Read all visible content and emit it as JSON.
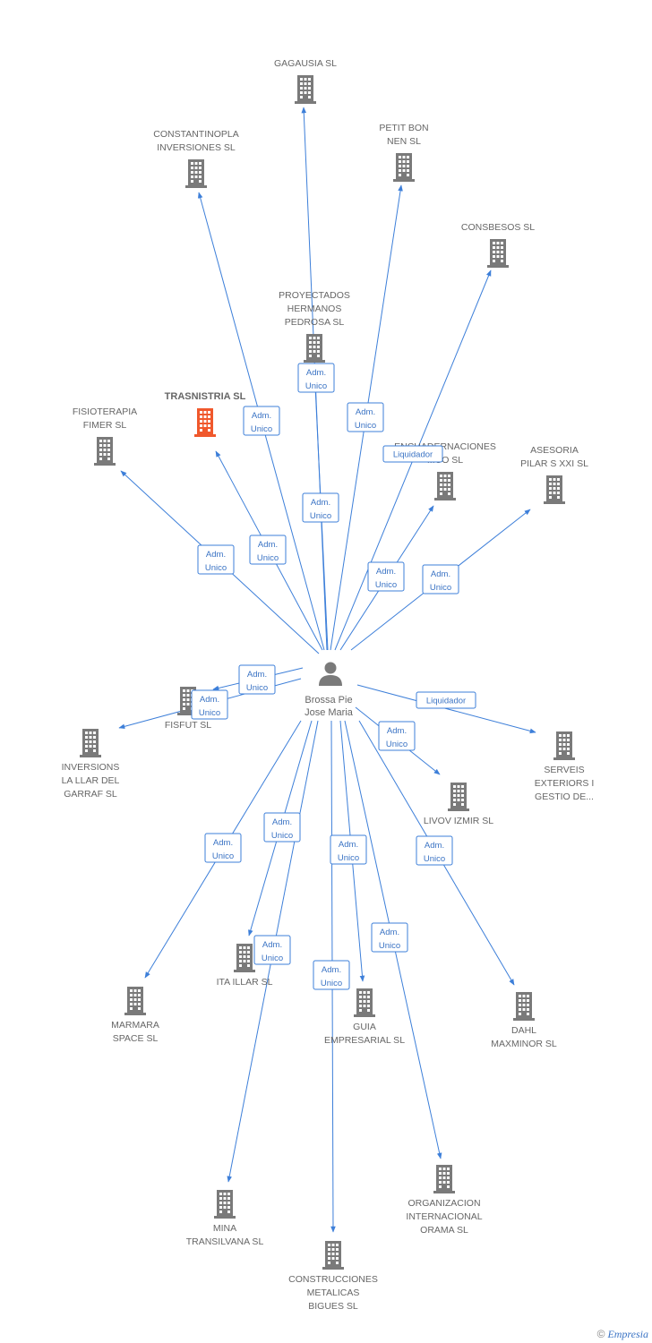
{
  "colors": {
    "edge": "#3d7fd9",
    "edge_label_border": "#3d7fd9",
    "edge_label_text": "#3a73c4",
    "building": "#7a7a7a",
    "building_highlight": "#f0582c",
    "person": "#7a7a7a",
    "label": "#666666"
  },
  "center": {
    "lines": [
      "Brossa Pie",
      "Jose Maria"
    ],
    "icon": "person-icon"
  },
  "companies": [
    {
      "id": "gagausia",
      "lines": [
        "GAGAUSIA SL"
      ],
      "highlight": false
    },
    {
      "id": "constantinopla",
      "lines": [
        "CONSTANTINOPLA",
        "INVERSIONES SL"
      ],
      "highlight": false
    },
    {
      "id": "petit-bon",
      "lines": [
        "PETIT BON",
        "NEN SL"
      ],
      "highlight": false
    },
    {
      "id": "consbesos",
      "lines": [
        "CONSBESOS SL"
      ],
      "highlight": false
    },
    {
      "id": "proyectados",
      "lines": [
        "PROYECTADOS",
        "HERMANOS",
        "PEDROSA SL"
      ],
      "highlight": false
    },
    {
      "id": "trasnistria",
      "lines": [
        "TRASNISTRIA SL"
      ],
      "highlight": true
    },
    {
      "id": "fisioterapia",
      "lines": [
        "FISIOTERAPIA",
        "FIMER SL"
      ],
      "highlight": false
    },
    {
      "id": "encuadernaciones",
      "lines": [
        "ENCUADERNACIONES",
        "...CO SL"
      ],
      "highlight": false
    },
    {
      "id": "asesoria",
      "lines": [
        "ASESORIA",
        "PILAR S XXI SL"
      ],
      "highlight": false
    },
    {
      "id": "fisfut",
      "lines": [
        "FISFUT SL"
      ],
      "highlight": false
    },
    {
      "id": "inversions",
      "lines": [
        "INVERSIONS",
        "LA LLAR DEL",
        "GARRAF SL"
      ],
      "highlight": false
    },
    {
      "id": "serveis",
      "lines": [
        "SERVEIS",
        "EXTERIORS I",
        "GESTIO DE..."
      ],
      "highlight": false
    },
    {
      "id": "livov",
      "lines": [
        "LIVOV IZMIR SL"
      ],
      "highlight": false
    },
    {
      "id": "ita-illar",
      "lines": [
        "ITA ILLAR SL"
      ],
      "highlight": false
    },
    {
      "id": "marmara",
      "lines": [
        "MARMARA",
        "SPACE SL"
      ],
      "highlight": false
    },
    {
      "id": "guia",
      "lines": [
        "GUIA",
        "EMPRESARIAL SL"
      ],
      "highlight": false
    },
    {
      "id": "dahl",
      "lines": [
        "DAHL",
        "MAXMINOR SL"
      ],
      "highlight": false
    },
    {
      "id": "mina",
      "lines": [
        "MINA",
        "TRANSILVANA SL"
      ],
      "highlight": false
    },
    {
      "id": "organizacion",
      "lines": [
        "ORGANIZACION",
        "INTERNACIONAL",
        "ORAMA SL"
      ],
      "highlight": false
    },
    {
      "id": "construcciones",
      "lines": [
        "CONSTRUCCIONES",
        "METALICAS",
        "BIGUES SL"
      ],
      "highlight": false
    }
  ],
  "relations": [
    {
      "to": "gagausia",
      "lines": [
        "Adm.",
        "Unico"
      ]
    },
    {
      "to": "constantinopla",
      "lines": [
        "Adm.",
        "Unico"
      ]
    },
    {
      "to": "petit-bon",
      "lines": [
        "Adm.",
        "Unico"
      ]
    },
    {
      "to": "consbesos",
      "lines": [
        "Liquidador"
      ]
    },
    {
      "to": "proyectados",
      "lines": [
        "Adm.",
        "Unico"
      ]
    },
    {
      "to": "trasnistria",
      "lines": [
        "Adm.",
        "Unico"
      ]
    },
    {
      "to": "fisioterapia",
      "lines": [
        "Adm.",
        "Unico"
      ]
    },
    {
      "to": "encuadernaciones",
      "lines": [
        "Adm.",
        "Unico"
      ]
    },
    {
      "to": "asesoria",
      "lines": [
        "Adm.",
        "Unico"
      ]
    },
    {
      "to": "fisfut",
      "lines": [
        "Adm.",
        "Unico"
      ]
    },
    {
      "to": "inversions",
      "lines": [
        "Adm.",
        "Unico"
      ]
    },
    {
      "to": "serveis",
      "lines": [
        "Liquidador"
      ]
    },
    {
      "to": "livov",
      "lines": [
        "Adm.",
        "Unico"
      ]
    },
    {
      "to": "ita-illar",
      "lines": [
        "Adm.",
        "Unico"
      ]
    },
    {
      "to": "marmara",
      "lines": [
        "Adm.",
        "Unico"
      ]
    },
    {
      "to": "guia",
      "lines": [
        "Adm.",
        "Unico"
      ]
    },
    {
      "to": "dahl",
      "lines": [
        "Adm.",
        "Unico"
      ]
    },
    {
      "to": "mina",
      "lines": [
        "Adm.",
        "Unico"
      ]
    },
    {
      "to": "organizacion",
      "lines": [
        "Adm.",
        "Unico"
      ]
    },
    {
      "to": "construcciones",
      "lines": [
        "Adm.",
        "Unico"
      ]
    }
  ],
  "footer": {
    "copyright": "©",
    "brand": "Empresia"
  }
}
